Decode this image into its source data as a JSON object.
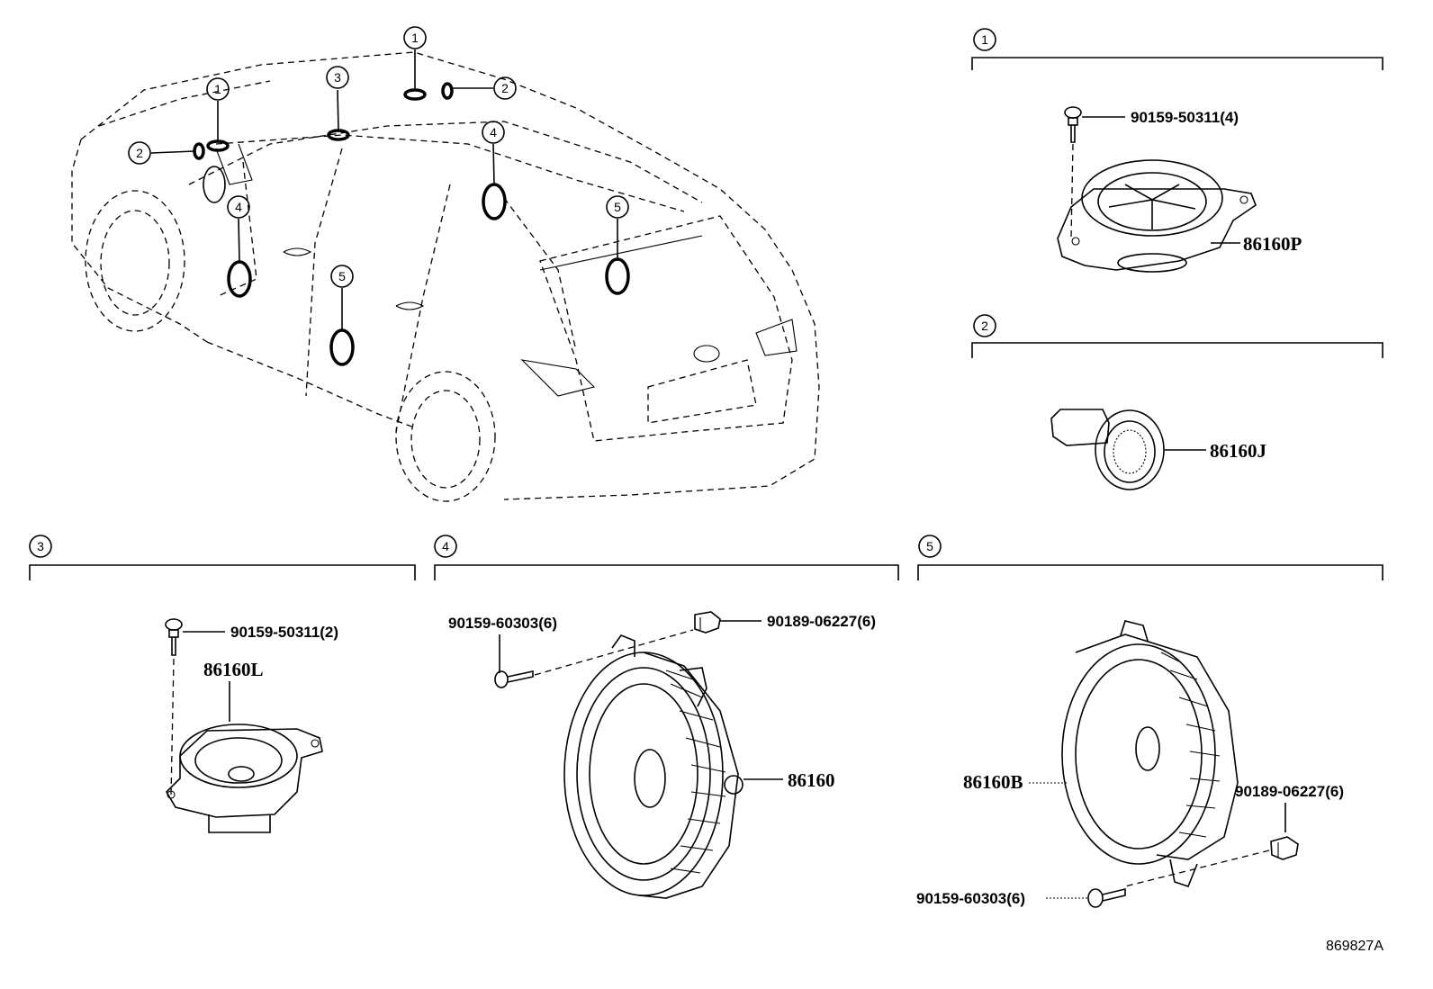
{
  "diagram_id": "869827A",
  "callout_numbers": [
    "1",
    "2",
    "3",
    "4",
    "5"
  ],
  "sections": [
    {
      "number": "1",
      "parts": [
        "90159-50311(4)",
        "86160P"
      ]
    },
    {
      "number": "2",
      "parts": [
        "86160J"
      ]
    },
    {
      "number": "3",
      "parts": [
        "90159-50311(2)",
        "86160L"
      ]
    },
    {
      "number": "4",
      "parts": [
        "90159-60303(6)",
        "90189-06227(6)",
        "86160"
      ]
    },
    {
      "number": "5",
      "parts": [
        "86160B",
        "90189-06227(6)",
        "90159-60303(6)"
      ]
    }
  ]
}
